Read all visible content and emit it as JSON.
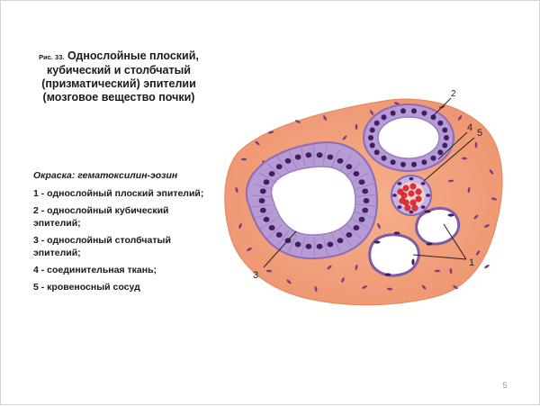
{
  "title": {
    "prefix": "Рис. 33.",
    "text": "Однослойные плоский, кубический и столбчатый (призматический) эпителии (мозговое вещество почки)"
  },
  "legend": {
    "stain": "Окраска: гематоксилин-эозин",
    "items": [
      "1 - однослойный плоский эпителий;",
      "2 - однослойный кубический эпителий;",
      "3 - однослойный столбчатый эпителий;",
      "4 - соединительная ткань;",
      "5 - кровеносный сосуд"
    ]
  },
  "figure": {
    "labels": [
      "2",
      "4",
      "5",
      "1",
      "3"
    ]
  },
  "page_number": "5",
  "colors": {
    "connective_tissue": "#f2a07a",
    "epithelium": "#b79bd4",
    "nucleus": "#3e1f63",
    "blood": "#e0313a"
  }
}
